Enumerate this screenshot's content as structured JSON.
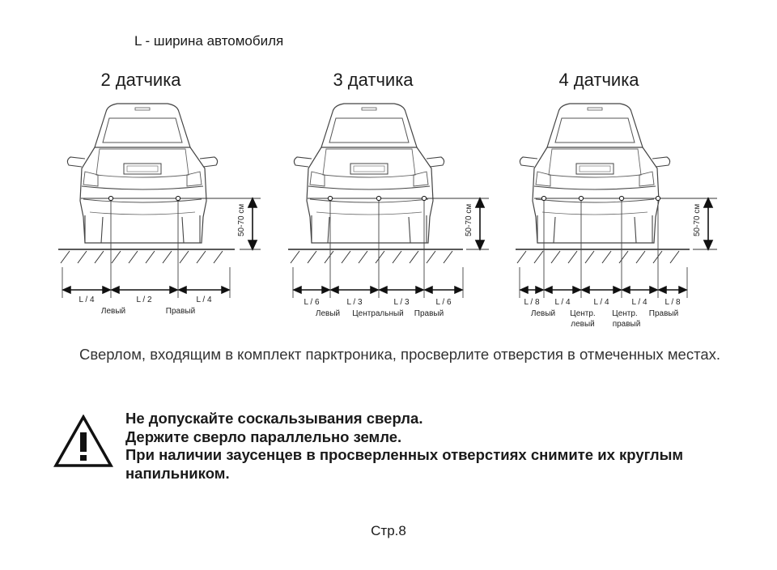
{
  "legend": "L - ширина автомобиля",
  "diagrams": [
    {
      "title": "2 датчика",
      "segments": [
        "L / 4",
        "L / 2",
        "L / 4"
      ],
      "labels": [
        "Левый",
        "Правый"
      ],
      "height_label": "50-70 см"
    },
    {
      "title": "3 датчика",
      "segments": [
        "L / 6",
        "L / 3",
        "L / 3",
        "L / 6"
      ],
      "labels": [
        "Левый",
        "Центральный",
        "Правый"
      ],
      "height_label": "50-70 см"
    },
    {
      "title": "4 датчика",
      "segments": [
        "L / 8",
        "L / 4",
        "L / 4",
        "L / 4",
        "L / 8"
      ],
      "labels": [
        "Левый",
        "Центр.",
        "левый",
        "Центр.",
        "правый",
        "Правый"
      ],
      "height_label": "50-70 см"
    }
  ],
  "instruction": "Сверлом, входящим в комплект парктроника, просверлите отверстия в отмеченных местах.",
  "warnings": [
    "Не допускайте соскальзывания сверла.",
    "Держите сверло параллельно земле.",
    "При наличии заусенцев в просверленных отверстиях снимите их круглым напильником."
  ],
  "page": "Стр.8",
  "icons": {
    "warning": "warning-triangle-icon",
    "car": "car-rear-view-icon"
  }
}
